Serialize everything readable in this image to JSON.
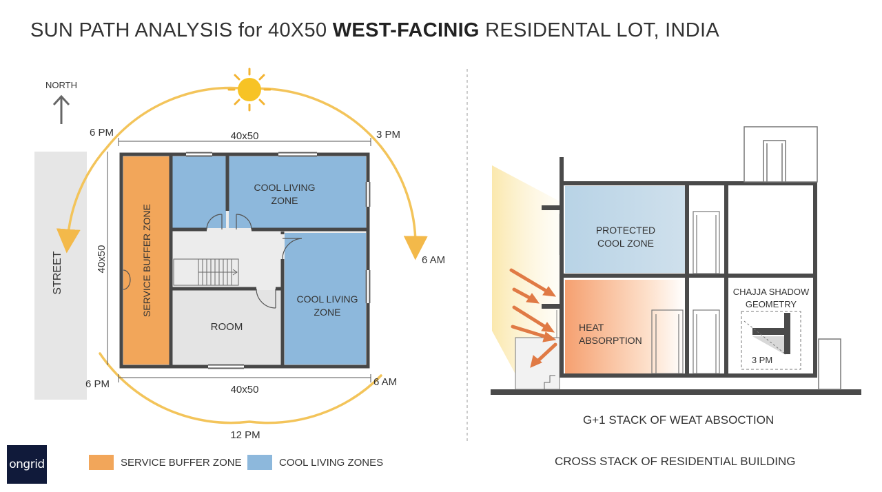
{
  "title": {
    "part1": "SUN PATH ANALYSIS for 40X50",
    "bold": "WEST-FACINIG",
    "part2": "RESIDENTAL LOT, INDIA"
  },
  "plan": {
    "north": "NORTH",
    "street": "STREET",
    "dim_top": "40x50",
    "dim_bottom": "40x50",
    "dim_left": "40x50",
    "time_top_left": "6 PM",
    "time_top_right": "3 PM",
    "time_right": "6 AM",
    "time_bottom_left": "6 PM",
    "time_bottom_right": "6 AM",
    "time_bottom": "12 PM",
    "service_zone": "SERVICE BUFFER ZONE",
    "cool_zone_top": [
      "COOL LIVING",
      "ZONE"
    ],
    "cool_zone_right": [
      "COOL LIVING",
      "ZONE"
    ],
    "room": "ROOM"
  },
  "section": {
    "protected": [
      "PROTECTED",
      "COOL ZONE"
    ],
    "heat": [
      "HEAT",
      "ABSORPTION"
    ],
    "chajja": [
      "CHAJJA SHADOW",
      "GEOMETRY"
    ],
    "chajja_time": "3 PM",
    "caption": "G+1 STACK OF WEAT ABSOCTION",
    "footer": "CROSS STACK OF RESIDENTIAL BUILDING"
  },
  "legend": {
    "service": "SERVICE BUFFER ZONE",
    "cool": "COOL LIVING ZONES"
  },
  "logo": "ongrid",
  "colors": {
    "service": "#f2a65a",
    "cool": "#8db8dc",
    "sun": "#f3c14b",
    "wall": "#4a4a4a",
    "heat": "#e07a45"
  }
}
